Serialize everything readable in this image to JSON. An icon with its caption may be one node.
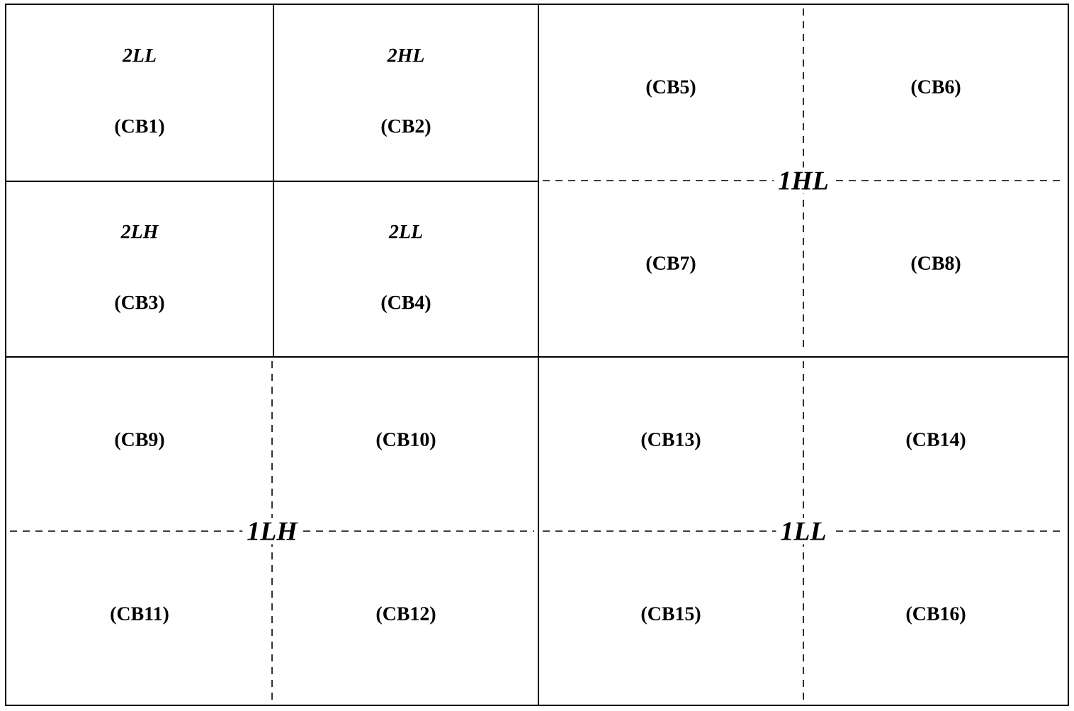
{
  "diagram": {
    "nodes": [
      {
        "text": [
          "2LL",
          "(CB1)"
        ]
      },
      {
        "text": [
          "2HL",
          "(CB2)"
        ]
      },
      {
        "text": [
          "2LH",
          "(CB3)"
        ]
      },
      {
        "text": [
          "2LL",
          "(CB4)"
        ]
      },
      {
        "text": [
          "1HL"
        ]
      },
      {
        "text": [
          "(CB5)"
        ],
        "in": 4
      },
      {
        "text": [
          "(CB6)"
        ],
        "in": 4
      },
      {
        "text": [
          "(CB7)"
        ],
        "in": 4
      },
      {
        "text": [
          "(CB8)"
        ],
        "in": 4
      },
      {
        "text": [
          "1LH"
        ]
      },
      {
        "text": [
          "(CB9)"
        ],
        "in": 9
      },
      {
        "text": [
          "(CB10)"
        ],
        "in": 9
      },
      {
        "text": [
          "(CB11)"
        ],
        "in": 9
      },
      {
        "text": [
          "(CB12)"
        ],
        "in": 9
      },
      {
        "text": [
          "1LL"
        ]
      },
      {
        "text": [
          "(CB13)"
        ],
        "in": 14
      },
      {
        "text": [
          "(CB14)"
        ],
        "in": 14
      },
      {
        "text": [
          "(CB15)"
        ],
        "in": 14
      },
      {
        "text": [
          "(CB16)"
        ],
        "in": 14
      }
    ]
  }
}
